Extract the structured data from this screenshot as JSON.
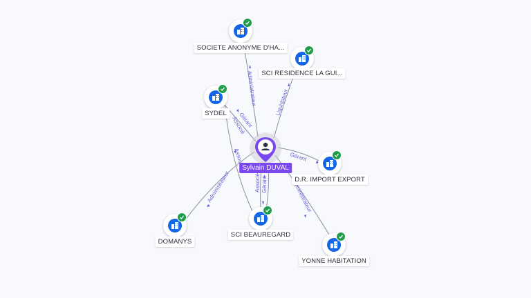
{
  "diagram": {
    "center": {
      "name": "Sylvain DUVAL",
      "icon": "person-icon"
    },
    "companies": [
      {
        "id": "societe-anonyme",
        "label": "SOCIETE ANONYME D'HA...",
        "icon": "building-icon",
        "status": "verified"
      },
      {
        "id": "sci-residence",
        "label": "SCI RESIDENCE LA GUI...",
        "icon": "building-icon",
        "status": "verified"
      },
      {
        "id": "sydel",
        "label": "SYDEL",
        "icon": "building-icon",
        "status": "verified"
      },
      {
        "id": "dr-import-export",
        "label": "D.R. IMPORT EXPORT",
        "icon": "building-icon",
        "status": "verified"
      },
      {
        "id": "domanys",
        "label": "DOMANYS",
        "icon": "building-icon",
        "status": "verified"
      },
      {
        "id": "sci-beauregard",
        "label": "SCI BEAUREGARD",
        "icon": "building-icon",
        "status": "verified"
      },
      {
        "id": "yonne-habitation",
        "label": "YONNE HABITATION",
        "icon": "building-icon",
        "status": "verified"
      }
    ],
    "relations": [
      {
        "target": "societe-anonyme",
        "label": "Administrateur"
      },
      {
        "target": "sci-residence",
        "label": "Liquidateur"
      },
      {
        "target": "sydel",
        "label": "Gérant"
      },
      {
        "target": "sydel",
        "label": "Associé"
      },
      {
        "target": "dr-import-export",
        "label": "Gérant"
      },
      {
        "target": "domanys",
        "label": "Administrateur"
      },
      {
        "target": "sci-beauregard",
        "label": "Associé"
      },
      {
        "target": "sci-beauregard",
        "label": "Gérant"
      },
      {
        "target": "sci-beauregard",
        "label": "Associé"
      },
      {
        "target": "yonne-habitation",
        "label": "Administrateur"
      }
    ],
    "colors": {
      "company_icon": "#1566e6",
      "verified_badge": "#1f9d4a",
      "person_pin": "#7a47f0",
      "edge_label": "#6d63d9",
      "edge_line": "#8a8fa0"
    }
  }
}
